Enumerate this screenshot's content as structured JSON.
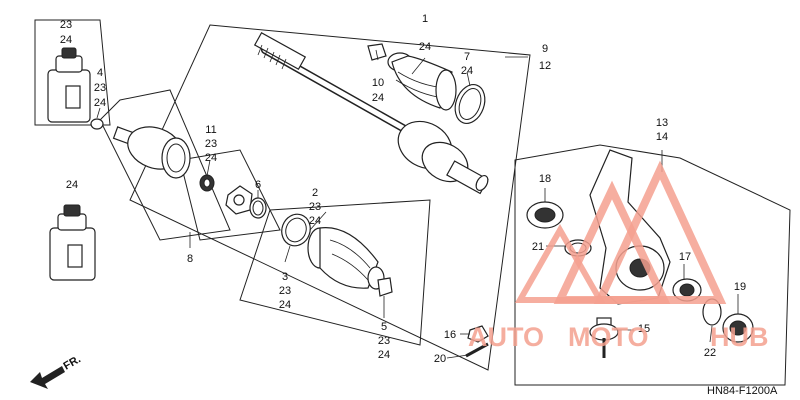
{
  "callouts": {
    "c1": [
      "1",
      "24"
    ],
    "c2": [
      "2",
      "23",
      "24"
    ],
    "c3": [
      "3",
      "23",
      "24"
    ],
    "c4": [
      "4",
      "23",
      "24"
    ],
    "c5": [
      "5",
      "23",
      "24"
    ],
    "c6": [
      "6"
    ],
    "c7": [
      "7",
      "24"
    ],
    "c8": [
      "8"
    ],
    "c9": [
      "9",
      "12"
    ],
    "c10": [
      "10",
      "24"
    ],
    "c11": [
      "11",
      "23",
      "24"
    ],
    "c13": [
      "13",
      "14"
    ],
    "c15": [
      "15"
    ],
    "c16": [
      "16"
    ],
    "c17": [
      "17"
    ],
    "c18": [
      "18"
    ],
    "c19": [
      "19"
    ],
    "c20": [
      "20"
    ],
    "c21": [
      "21"
    ],
    "c22": [
      "22"
    ],
    "c23a": [
      "23",
      "24"
    ],
    "c24": [
      "24"
    ]
  },
  "direction_label": "FR.",
  "diagram_code": "HN84-F1200A",
  "watermark": {
    "text_left": "AUTO",
    "text_mid": "MOTO",
    "text_right": "HUB",
    "color": "#f4a08f"
  }
}
